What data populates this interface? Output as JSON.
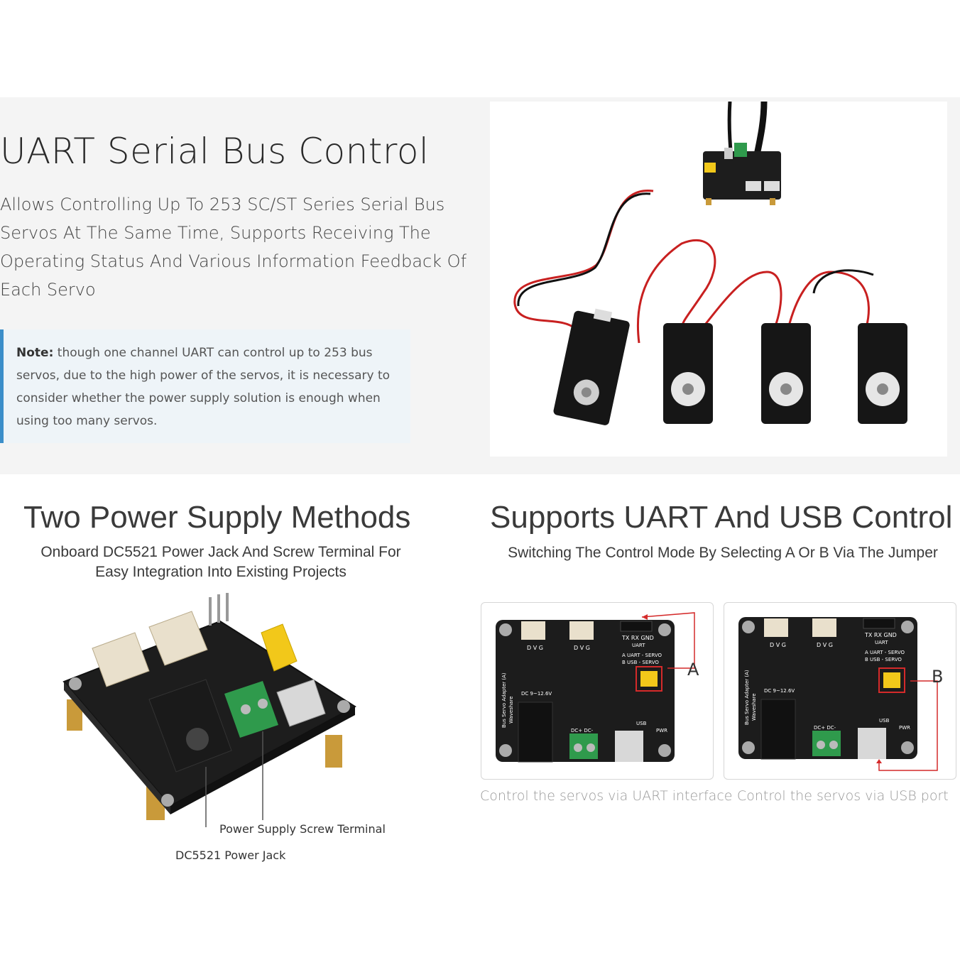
{
  "uart_section": {
    "title": "UART Serial Bus Control",
    "description": "Allows Controlling Up To 253 SC/ST Series Serial Bus Servos At The Same Time, Supports Receiving The Operating Status And Various Information Feedback Of Each Servo",
    "note_label": "Note:",
    "note_text": " though one channel UART can control up to 253 bus servos, due to the high power of the servos, it is necessary to consider whether the power supply solution is enough when using too many servos."
  },
  "power_section": {
    "title": "Two Power Supply Methods",
    "subtitle_line1": "Onboard DC5521 Power Jack And Screw Terminal For",
    "subtitle_line2": "Easy Integration Into Existing Projects",
    "callout_terminal": "Power Supply Screw Terminal",
    "callout_jack": "DC5521 Power Jack"
  },
  "control_section": {
    "title": "Supports UART And USB Control",
    "subtitle": "Switching The Control Mode By Selecting A Or B Via The Jumper",
    "caption_uart": "Control the servos via UART interface",
    "caption_usb": "Control the servos via USB port",
    "label_a": "A",
    "label_b": "B"
  },
  "board_silkscreen": {
    "tx_rx_gnd": "TX RX GND",
    "uart": "UART",
    "uart_servo": "A UART - SERVO",
    "usb_servo": "B USB - SERVO",
    "dvg": "D V G",
    "dc_range": "DC 9~12.6V",
    "dc_plus_minus": "DC+ DC-",
    "usb": "USB",
    "pwr": "PWR",
    "product": "Bus Servo Adapter (A)",
    "brand": "Waveshare"
  },
  "colors": {
    "accent_blue": "#3b8ec9",
    "callout_red": "#d42a2a",
    "pcb_black": "#1c1c1c",
    "jumper_yellow": "#f2c81a",
    "terminal_green": "#2f9a4c"
  }
}
